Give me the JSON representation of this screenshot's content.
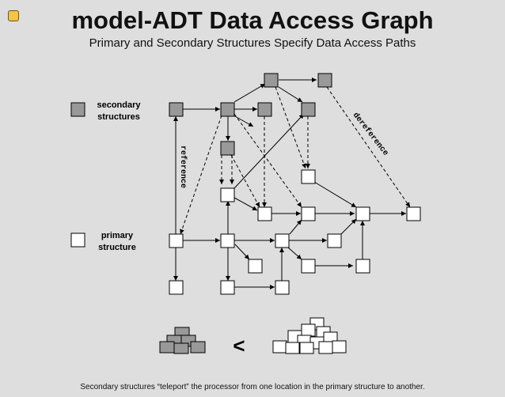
{
  "slide": {
    "title": "model-ADT Data Access Graph",
    "subtitle": "Primary and Secondary Structures Specify Data Access Paths",
    "footer": "Secondary structures “teleport” the processor from one location in the primary structure to another."
  },
  "legend": {
    "secondary_line1": "secondary",
    "secondary_line2": "structures",
    "primary_line1": "primary",
    "primary_line2": "structure"
  },
  "graph": {
    "reference_label": "reference",
    "dereference_label": "dereference",
    "comparison_symbol": "<"
  },
  "colors": {
    "secondary_fill": "#999999",
    "primary_fill": "#ffffff",
    "background": "#dedede",
    "icon": "#f4c542"
  }
}
